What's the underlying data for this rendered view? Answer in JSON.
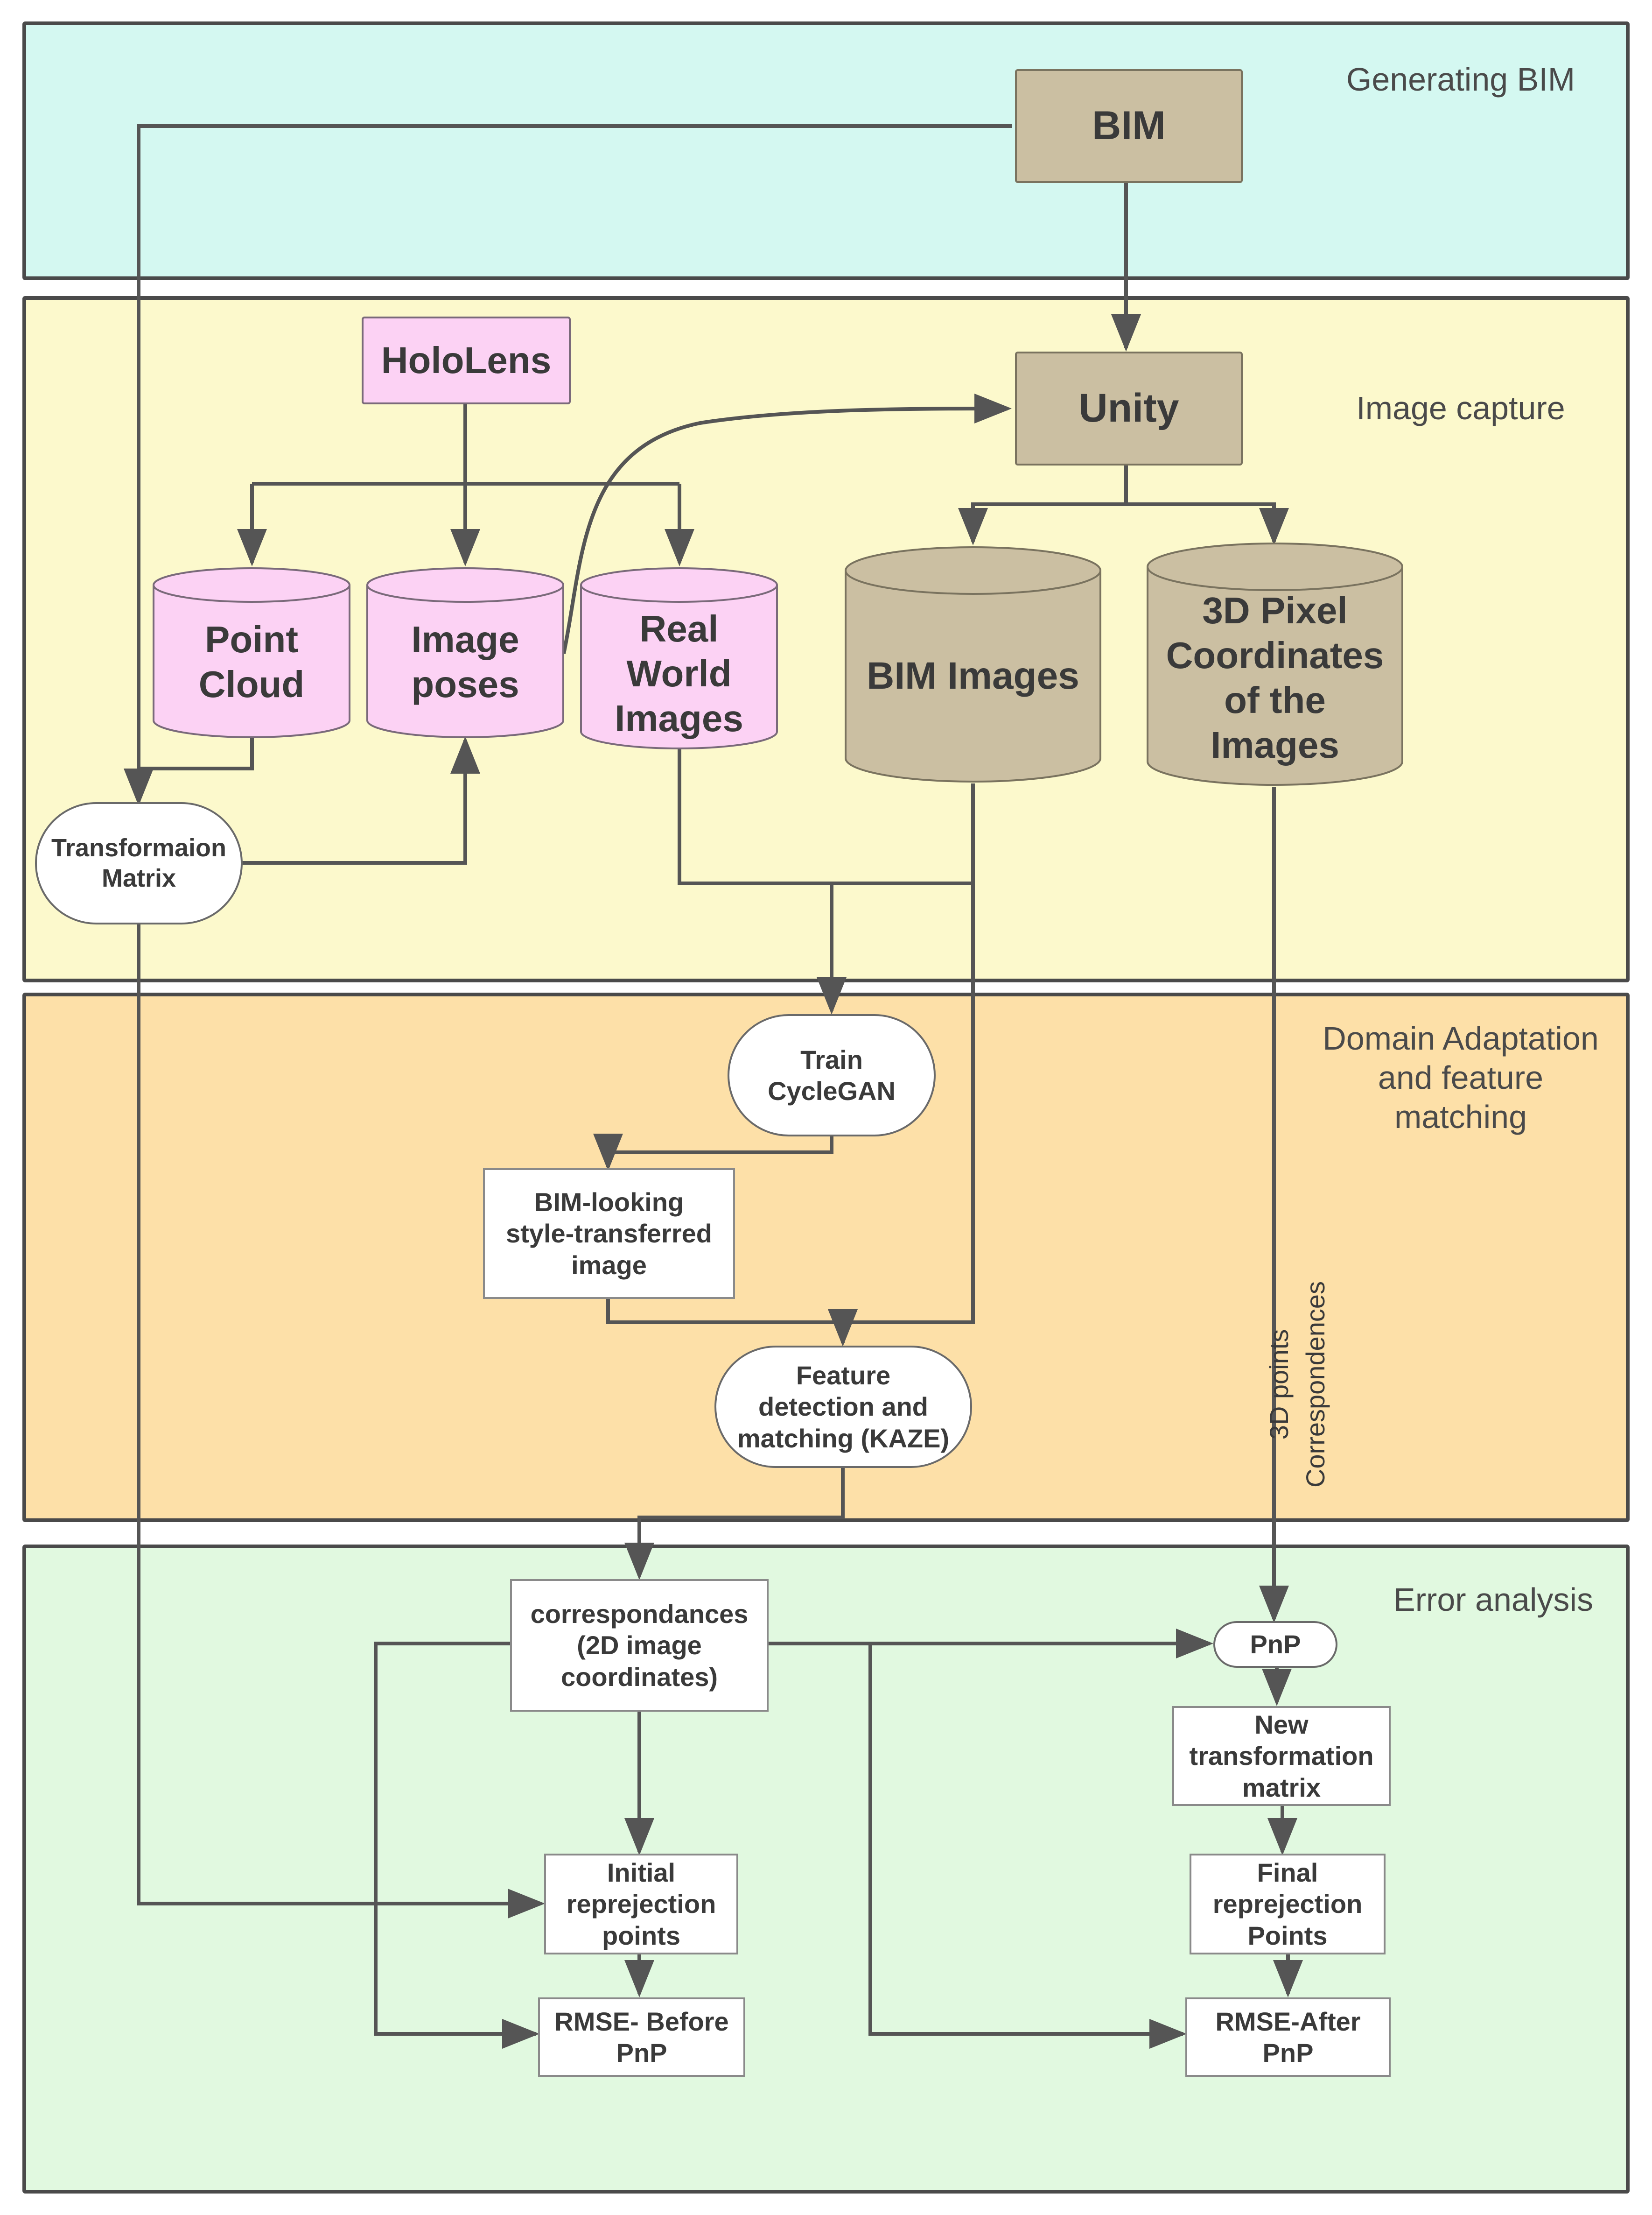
{
  "lanes": [
    {
      "title": "Generating BIM",
      "color": "#d4f8f1"
    },
    {
      "title": "Image capture",
      "color": "#fcf9cc"
    },
    {
      "title": "Domain Adaptation\nand feature\nmatching",
      "color": "#fde0a8"
    },
    {
      "title": "Error analysis",
      "color": "#e1f9e0"
    }
  ],
  "nodes": {
    "bim": "BIM",
    "unity": "Unity",
    "hololens": "HoloLens",
    "point_cloud": "Point\nCloud",
    "image_poses": "Image\nposes",
    "real_world_images": "Real\nWorld\nImages",
    "bim_images": "BIM Images",
    "pixel_coords": "3D Pixel\nCoordinates\nof the\nImages",
    "transformation_matrix": "Transformaion\nMatrix",
    "train_cyclegan": "Train\nCycleGAN",
    "bim_looking": "BIM-looking\nstyle-transferred\nimage",
    "feature_detection": "Feature\ndetection and\nmatching (KAZE)",
    "correspondances": "correspondances\n(2D image\ncoordinates)",
    "pnp": "PnP",
    "new_transformation": "New\ntransformation\nmatrix",
    "initial_reprojection": "Initial\nreprejection\npoints",
    "final_reprojection": "Final\nreprejection\nPoints",
    "rmse_before": "RMSE- Before\nPnP",
    "rmse_after": "RMSE-After\nPnP"
  },
  "edge_labels": {
    "correspondences_3d": "3D points\nCorrespondences"
  },
  "colors": {
    "tan": "#cbbfa2",
    "pink": "#fcd2f4",
    "line": "#555555"
  }
}
